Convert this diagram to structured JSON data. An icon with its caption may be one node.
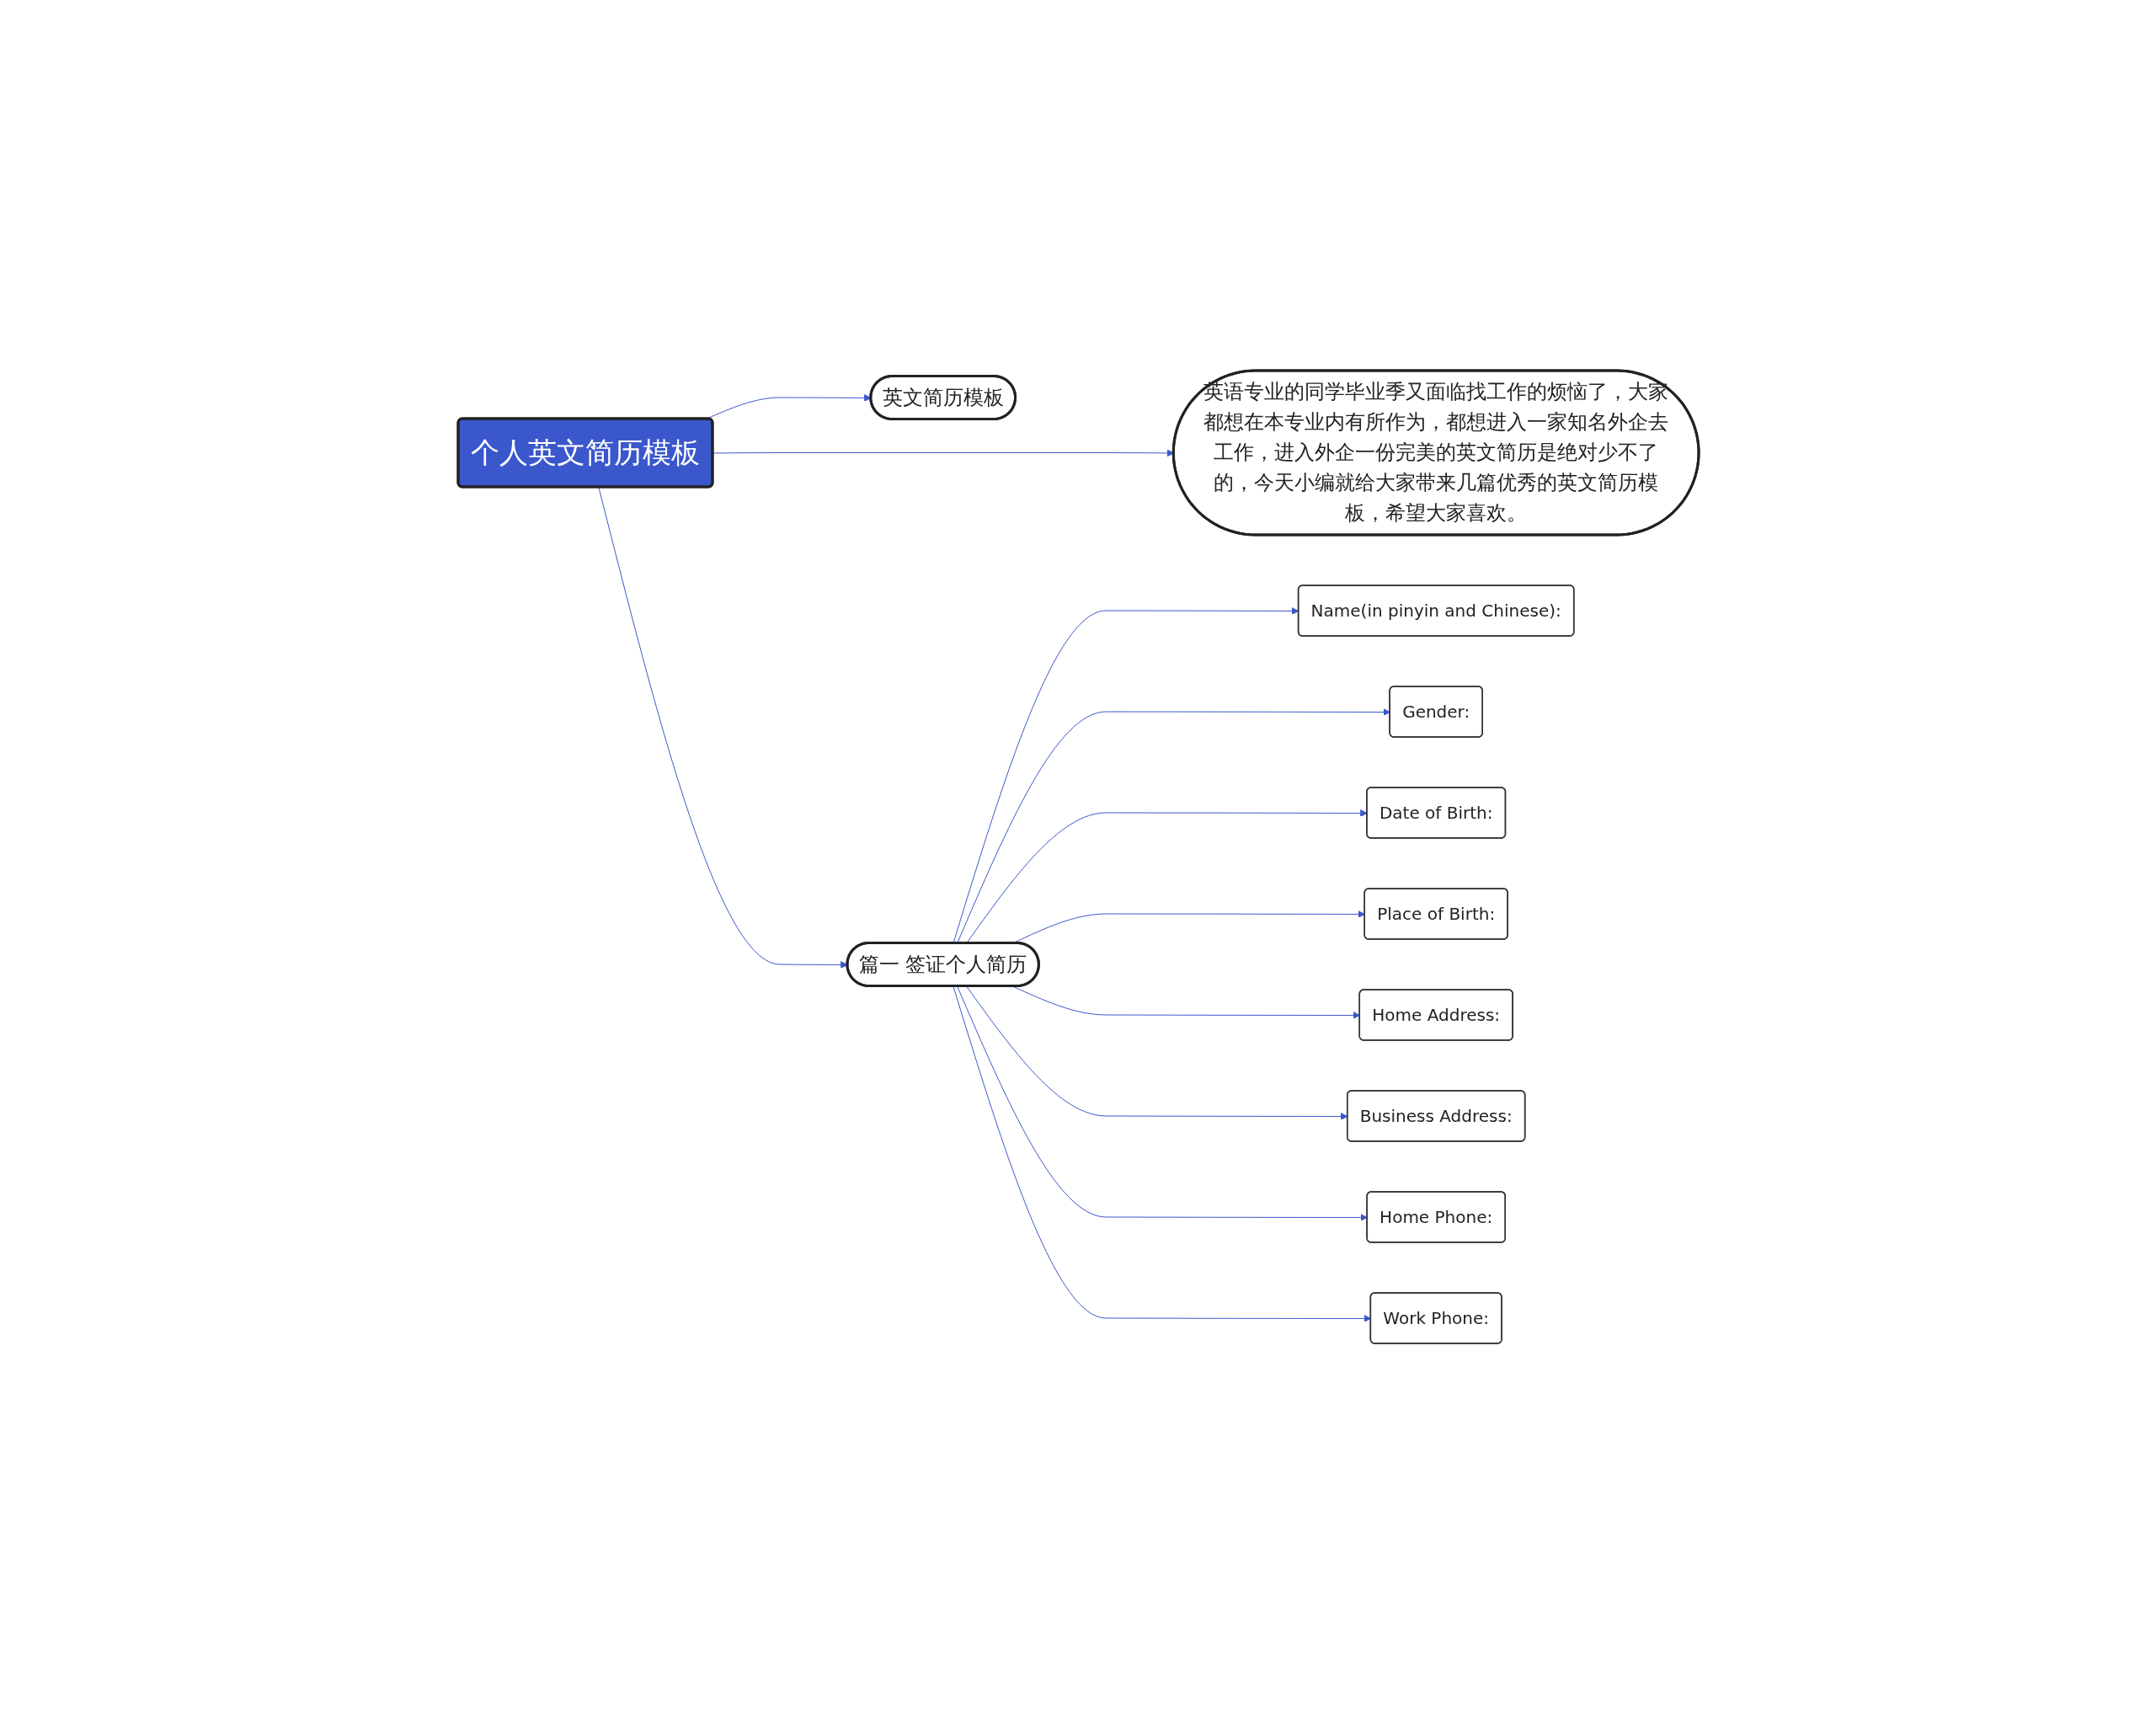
{
  "diagram": {
    "nodes": [
      {
        "text": [
          "个人英文简历模板"
        ]
      },
      {
        "text": [
          "英文简历模板"
        ]
      },
      {
        "text": [
          "英语专业的同学毕业季又面临找工作的烦恼了，大家都想在本专业内有所作为，都想进入一家知名外企去工作，进入外企一份完美的英文简历是绝对少不了的，今天小编就给大家带来几篇优秀的英文简历模板，希望大家喜欢。"
        ]
      },
      {
        "text": [
          "篇一 签证个人简历"
        ]
      },
      {
        "text": [
          "Name(in pinyin and Chinese):"
        ]
      },
      {
        "text": [
          "Gender:"
        ]
      },
      {
        "text": [
          "Date of Birth:"
        ]
      },
      {
        "text": [
          "Place of Birth:"
        ]
      },
      {
        "text": [
          "Home Address:"
        ]
      },
      {
        "text": [
          "Business Address:"
        ]
      },
      {
        "text": [
          "Home Phone:"
        ]
      },
      {
        "text": [
          "Work Phone:"
        ]
      }
    ],
    "edges": [
      {
        "from": 0,
        "to": 1,
        "arrow": "to"
      },
      {
        "from": 0,
        "to": 2,
        "arrow": "to"
      },
      {
        "from": 0,
        "to": 3,
        "arrow": "to"
      },
      {
        "from": 3,
        "to": 4,
        "arrow": "to"
      },
      {
        "from": 3,
        "to": 5,
        "arrow": "to"
      },
      {
        "from": 3,
        "to": 6,
        "arrow": "to"
      },
      {
        "from": 3,
        "to": 7,
        "arrow": "to"
      },
      {
        "from": 3,
        "to": 8,
        "arrow": "to"
      },
      {
        "from": 3,
        "to": 9,
        "arrow": "to"
      },
      {
        "from": 3,
        "to": 10,
        "arrow": "to"
      },
      {
        "from": 3,
        "to": 11,
        "arrow": "to"
      }
    ]
  }
}
